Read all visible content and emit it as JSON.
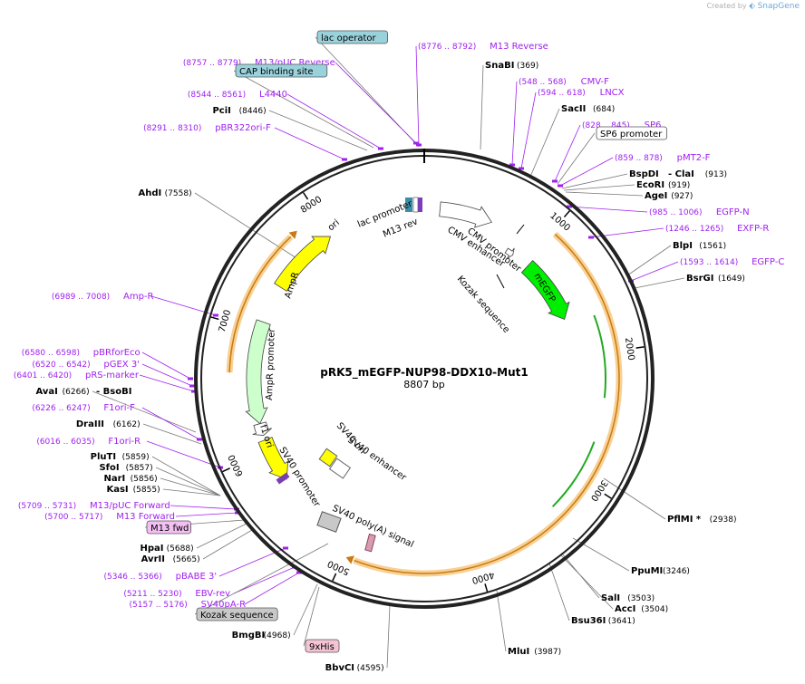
{
  "credit": {
    "text": "Created by",
    "brand": "SnapGene"
  },
  "plasmid": {
    "name": "pRK5_mEGFP-NUP98-DDX10-Mut1",
    "length": "8807 bp",
    "total_bp": 8807
  },
  "colors": {
    "ring": "#222222",
    "enzyme": "#000000",
    "primer": "#a020f0",
    "coord": "#000000",
    "orf": "#f2a93b",
    "ori": "#ffff00",
    "ampr": "#ccffcc",
    "egfp": "#00ee00",
    "lac_operator_box": "#9ad2dc",
    "cap_box": "#9ad2dc",
    "m13fwd_box": "#f4c0f4",
    "his_box": "#f4c4d4",
    "kozak_box": "#c8c8c8",
    "sp6_box": "#ffffff"
  },
  "ticks": [
    {
      "label": "1000",
      "bp": 1000
    },
    {
      "label": "2000",
      "bp": 2000
    },
    {
      "label": "3000",
      "bp": 3000
    },
    {
      "label": "4000",
      "bp": 4000
    },
    {
      "label": "5000",
      "bp": 5000
    },
    {
      "label": "6000",
      "bp": 6000
    },
    {
      "label": "7000",
      "bp": 7000
    },
    {
      "label": "8000",
      "bp": 8000
    }
  ],
  "features": [
    {
      "name": "ori",
      "type": "ori",
      "color": "#ffff00",
      "start": 7390,
      "end": 7980,
      "dir": 1
    },
    {
      "name": "AmpR",
      "type": "cds",
      "color": "#ccffcc",
      "start": 6230,
      "end": 7070,
      "dir": -1
    },
    {
      "name": "AmpR promoter",
      "type": "promoter",
      "color": "#ffffff",
      "start": 6125,
      "end": 6230,
      "dir": -1
    },
    {
      "name": "f1 ori",
      "type": "ori",
      "color": "#ffff00",
      "start": 5705,
      "end": 6080,
      "dir": -1
    },
    {
      "name": "CMV enhancer",
      "type": "enh",
      "color": "#ffffff",
      "start": 200,
      "end": 580,
      "dir": 1
    },
    {
      "name": "CMV promoter",
      "type": "promoter",
      "color": "#ffffff",
      "start": 580,
      "end": 783,
      "dir": 1
    },
    {
      "name": "mEGFP",
      "type": "cds",
      "color": "#00ee00",
      "start": 920,
      "end": 1640,
      "dir": 1
    },
    {
      "name": "lac promoter",
      "type": "promoter",
      "color": "#ffffff",
      "start": 8646,
      "end": 8676,
      "dir": -1
    },
    {
      "name": "M13 rev",
      "type": "primer",
      "color": "#a020f0",
      "start": 8776,
      "end": 8792,
      "dir": -1
    }
  ],
  "inner_labels": [
    {
      "text": "CMV promoter"
    },
    {
      "text": "CMV enhancer"
    },
    {
      "text": "lac promoter"
    },
    {
      "text": "M13 rev"
    },
    {
      "text": "Kozak sequence"
    },
    {
      "text": "mEGFP"
    },
    {
      "text": "ori"
    },
    {
      "text": "AmpR"
    },
    {
      "text": "AmpR promoter"
    },
    {
      "text": "f1 ori"
    },
    {
      "text": "SV40 ori"
    },
    {
      "text": "SV40 enhancer"
    },
    {
      "text": "SV40 promoter"
    },
    {
      "text": "SV40 poly(A) signal"
    }
  ],
  "labels": [
    {
      "kind": "box",
      "text": "lac operator",
      "box_color": "#9ad2dc"
    },
    {
      "kind": "primer",
      "name": "M13 Reverse",
      "range": "(8776 .. 8792)"
    },
    {
      "kind": "primer",
      "name": "M13/pUC Reverse",
      "range": "(8757 .. 8779)"
    },
    {
      "kind": "enzyme",
      "name": "SnaBI",
      "pos": "(369)"
    },
    {
      "kind": "box",
      "text": "CAP binding site",
      "box_color": "#9ad2dc"
    },
    {
      "kind": "primer",
      "name": "CMV-F",
      "range": "(548 .. 568)"
    },
    {
      "kind": "primer",
      "name": "LNCX",
      "range": "(594 .. 618)"
    },
    {
      "kind": "primer",
      "name": "L4440",
      "range": "(8544 .. 8561)"
    },
    {
      "kind": "enzyme",
      "name": "PciI",
      "pos": "(8446)"
    },
    {
      "kind": "enzyme",
      "name": "SacII",
      "pos": "(684)"
    },
    {
      "kind": "primer",
      "name": "pBR322ori-F",
      "range": "(8291 .. 8310)"
    },
    {
      "kind": "primer",
      "name": "SP6",
      "range": "(828 .. 845)"
    },
    {
      "kind": "box",
      "text": "SP6 promoter",
      "box_color": "#ffffff"
    },
    {
      "kind": "primer",
      "name": "pMT2-F",
      "range": "(859 .. 878)"
    },
    {
      "kind": "enzyme",
      "name": "BspDI",
      "pos": ""
    },
    {
      "kind": "enzyme",
      "name": "- ClaI",
      "pos": "(913)"
    },
    {
      "kind": "enzyme",
      "name": "EcoRI",
      "pos": "(919)"
    },
    {
      "kind": "enzyme",
      "name": "AgeI",
      "pos": "(927)"
    },
    {
      "kind": "enzyme",
      "name": "AhdI",
      "pos": "(7558)"
    },
    {
      "kind": "primer",
      "name": "EGFP-N",
      "range": "(985 .. 1006)"
    },
    {
      "kind": "primer",
      "name": "EXFP-R",
      "range": "(1246 .. 1265)"
    },
    {
      "kind": "enzyme",
      "name": "BlpI",
      "pos": "(1561)"
    },
    {
      "kind": "primer",
      "name": "EGFP-C",
      "range": "(1593 .. 1614)"
    },
    {
      "kind": "enzyme",
      "name": "BsrGI",
      "pos": "(1649)"
    },
    {
      "kind": "primer",
      "name": "Amp-R",
      "range": "(6989 .. 7008)"
    },
    {
      "kind": "primer",
      "name": "pBRforEco",
      "range": "(6580 .. 6598)"
    },
    {
      "kind": "primer",
      "name": "pGEX 3'",
      "range": "(6520 .. 6542)"
    },
    {
      "kind": "primer",
      "name": "pRS-marker",
      "range": "(6401 .. 6420)"
    },
    {
      "kind": "enzyme",
      "name": "AvaI",
      "pos": "(6266)"
    },
    {
      "kind": "enzyme",
      "name": "- BsoBI",
      "pos": ""
    },
    {
      "kind": "primer",
      "name": "F1ori-F",
      "range": "(6226 .. 6247)"
    },
    {
      "kind": "enzyme",
      "name": "DraIII",
      "pos": "(6162)"
    },
    {
      "kind": "primer",
      "name": "F1ori-R",
      "range": "(6016 .. 6035)"
    },
    {
      "kind": "enzyme",
      "name": "PluTI",
      "pos": "(5859)"
    },
    {
      "kind": "enzyme",
      "name": "SfoI",
      "pos": "(5857)"
    },
    {
      "kind": "enzyme",
      "name": "NarI",
      "pos": "(5856)"
    },
    {
      "kind": "enzyme",
      "name": "KasI",
      "pos": "(5855)"
    },
    {
      "kind": "primer",
      "name": "M13/pUC Forward",
      "range": "(5709 .. 5731)"
    },
    {
      "kind": "primer",
      "name": "M13 Forward",
      "range": "(5700 .. 5717)"
    },
    {
      "kind": "box",
      "text": "M13 fwd",
      "box_color": "#f4c0f4"
    },
    {
      "kind": "enzyme",
      "name": "HpaI",
      "pos": "(5688)"
    },
    {
      "kind": "enzyme",
      "name": "AvrII",
      "pos": "(5665)"
    },
    {
      "kind": "primer",
      "name": "pBABE 3'",
      "range": "(5346 .. 5366)"
    },
    {
      "kind": "primer",
      "name": "EBV-rev",
      "range": "(5211 .. 5230)"
    },
    {
      "kind": "primer",
      "name": "SV40pA-R",
      "range": "(5157 .. 5176)"
    },
    {
      "kind": "box",
      "text": "Kozak sequence",
      "box_color": "#c8c8c8"
    },
    {
      "kind": "enzyme",
      "name": "BmgBI",
      "pos": "(4968)"
    },
    {
      "kind": "box",
      "text": "9xHis",
      "box_color": "#f4c4d4"
    },
    {
      "kind": "enzyme",
      "name": "BbvCI",
      "pos": "(4595)"
    },
    {
      "kind": "enzyme",
      "name": "PflMI *",
      "pos": "(2938)"
    },
    {
      "kind": "enzyme",
      "name": "PpuMI",
      "pos": "(3246)"
    },
    {
      "kind": "enzyme",
      "name": "SalI",
      "pos": "(3503)"
    },
    {
      "kind": "enzyme",
      "name": "AccI",
      "pos": "(3504)"
    },
    {
      "kind": "enzyme",
      "name": "Bsu36I",
      "pos": "(3641)"
    },
    {
      "kind": "enzyme",
      "name": "MluI",
      "pos": "(3987)"
    }
  ]
}
